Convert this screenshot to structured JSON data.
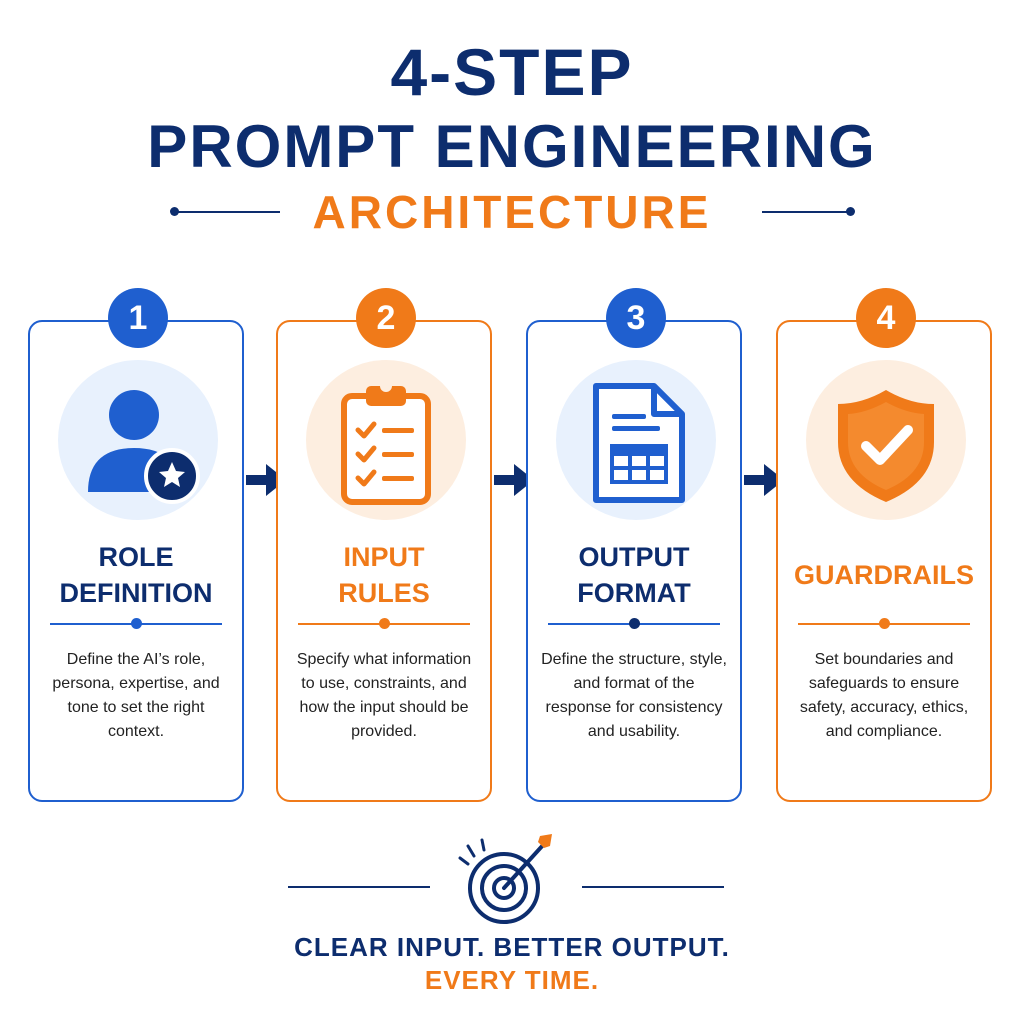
{
  "header": {
    "title_line1": "4-STEP",
    "title_line2": "PROMPT ENGINEERING",
    "subtitle": "ARCHITECTURE"
  },
  "colors": {
    "navy": "#0d2d6e",
    "blue": "#1f5fcf",
    "orange": "#f07a19",
    "light_blue": "#e8f1fd",
    "light_orange": "#fdeee0"
  },
  "steps": [
    {
      "number": "1",
      "title_line1": "ROLE",
      "title_line2": "DEFINITION",
      "icon": "user-star-icon",
      "description": "Define the AI’s role, persona, expertise, and tone to set the right context."
    },
    {
      "number": "2",
      "title_line1": "INPUT",
      "title_line2": "RULES",
      "icon": "clipboard-checklist-icon",
      "description": "Specify what information to use, constraints, and how the input should be provided."
    },
    {
      "number": "3",
      "title_line1": "OUTPUT",
      "title_line2": "FORMAT",
      "icon": "document-table-icon",
      "description": "Define the structure, style, and format of the response for consistency and usability."
    },
    {
      "number": "4",
      "title_line1": "GUARDRAILS",
      "title_line2": "",
      "icon": "shield-check-icon",
      "description": "Set boundaries and safeguards to ensure safety, accuracy, ethics, and compliance."
    }
  ],
  "footer": {
    "icon": "target-arrow-icon",
    "tagline_line1": "CLEAR INPUT. BETTER OUTPUT.",
    "tagline_line2": "EVERY TIME."
  }
}
